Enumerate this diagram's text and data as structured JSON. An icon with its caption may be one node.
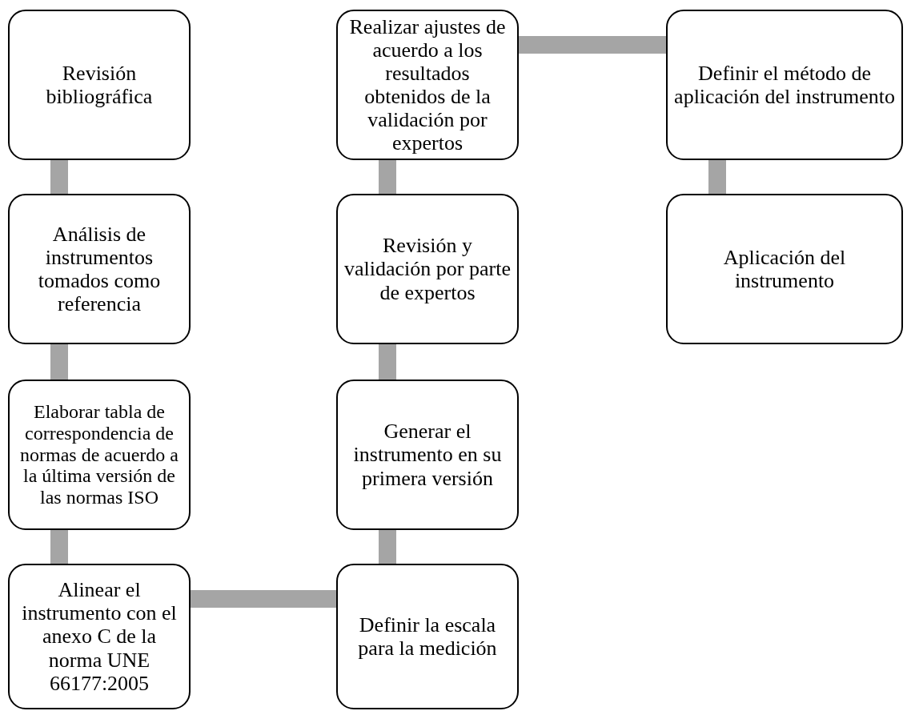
{
  "diagram": {
    "nodes": [
      {
        "text": [
          "Revisión bibliográfica"
        ]
      },
      {
        "text": [
          "Análisis de instrumentos tomados como referencia"
        ]
      },
      {
        "text": [
          "Elaborar tabla de correspondencia de normas de acuerdo a la última versión de las normas ISO"
        ]
      },
      {
        "text": [
          "Alinear el instrumento con el anexo C de la norma UNE 66177:2005"
        ]
      },
      {
        "text": [
          "Definir la escala para la medición"
        ]
      },
      {
        "text": [
          "Generar el instrumento en su primera versión"
        ]
      },
      {
        "text": [
          "Revisión y validación por parte de expertos"
        ]
      },
      {
        "text": [
          "Realizar ajustes de acuerdo a los resultados obtenidos de la validación por expertos"
        ]
      },
      {
        "text": [
          "Definir el método de aplicación del instrumento"
        ]
      },
      {
        "text": [
          "Aplicación del instrumento"
        ]
      }
    ],
    "edges": [
      {
        "from": 0,
        "to": 1,
        "arrow": "none"
      },
      {
        "from": 1,
        "to": 2,
        "arrow": "none"
      },
      {
        "from": 2,
        "to": 3,
        "arrow": "none"
      },
      {
        "from": 3,
        "to": 4,
        "arrow": "none"
      },
      {
        "from": 4,
        "to": 5,
        "arrow": "none"
      },
      {
        "from": 5,
        "to": 6,
        "arrow": "none"
      },
      {
        "from": 6,
        "to": 7,
        "arrow": "none"
      },
      {
        "from": 7,
        "to": 8,
        "arrow": "none"
      },
      {
        "from": 8,
        "to": 9,
        "arrow": "none"
      }
    ]
  }
}
